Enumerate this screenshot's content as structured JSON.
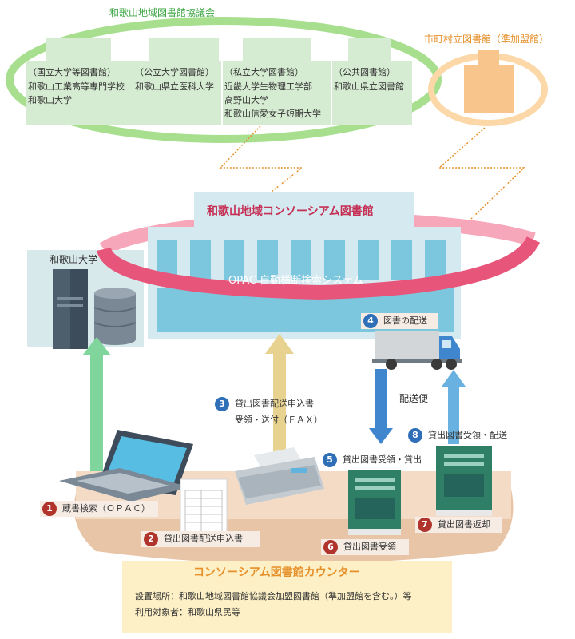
{
  "council": {
    "title": "和歌山地域図書館協議会",
    "sectors": [
      {
        "label": "（国立大学等図書館）",
        "members": [
          "和歌山工業高等専門学校",
          "和歌山大学"
        ]
      },
      {
        "label": "（公立大学図書館）",
        "members": [
          "和歌山県立医科大学"
        ]
      },
      {
        "label": "（私立大学図書館）",
        "members": [
          "近畿大学生物理工学部",
          "高野山大学",
          "和歌山信愛女子短期大学"
        ]
      },
      {
        "label": "（公共図書館）",
        "members": [
          "和歌山県立図書館"
        ]
      }
    ]
  },
  "municipal": {
    "title": "市町村立図書館（準加盟館）"
  },
  "consortium": {
    "title": "和歌山地域コンソーシアム図書館",
    "opac": "OPAC 自動横断検索システム"
  },
  "university": {
    "name": "和歌山大学"
  },
  "delivery": {
    "label": "配送便"
  },
  "steps": [
    {
      "num": "1",
      "text": "蔵書検索（ＯＰＡＣ）"
    },
    {
      "num": "2",
      "text": "貸出図書配送申込書"
    },
    {
      "num": "3",
      "text": "貸出図書配送申込書",
      "text2": "受領・送付（ＦＡＸ）"
    },
    {
      "num": "4",
      "text": "図書の配送"
    },
    {
      "num": "5",
      "text": "貸出図書受領・貸出"
    },
    {
      "num": "6",
      "text": "貸出図書受領"
    },
    {
      "num": "7",
      "text": "貸出図書返却"
    },
    {
      "num": "8",
      "text": "貸出図書受領・配送"
    }
  ],
  "counter": {
    "title": "コンソーシアム図書館カウンター",
    "location": "設置場所：和歌山地域図書館協議会加盟図書館（準加盟館を含む。）等",
    "users": "利用対象者：和歌山県民等"
  },
  "colors": {
    "green": "#3aa542",
    "orange": "#e6902b",
    "pink": "#e8557a",
    "step_red": "#b0342c",
    "step_blue": "#2e6fb7"
  }
}
